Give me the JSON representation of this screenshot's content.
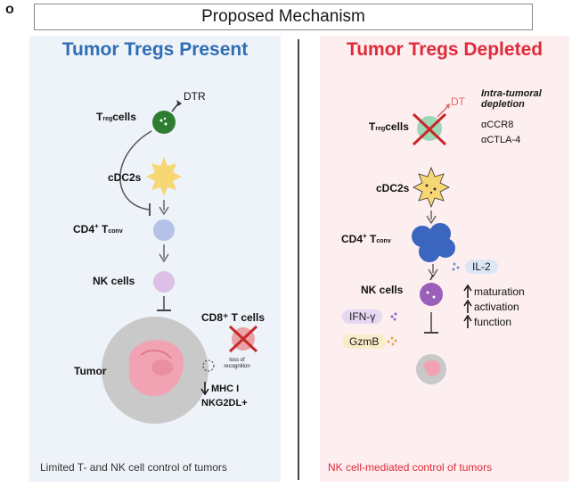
{
  "panel_letter": "o",
  "title": "Proposed Mechanism",
  "left": {
    "heading": "Tumor Tregs Present",
    "dtr": "DTR",
    "treg_main": "T",
    "treg_sub": "reg",
    "treg_rest": "cells",
    "cdc2s": "cDC2s",
    "cd4_main": "CD4",
    "cd4_sup": "+",
    "cd4_t": "T",
    "cd4_sub": "conv",
    "nk": "NK cells",
    "cd8": "CD8⁺ T cells",
    "tumor": "Tumor",
    "loss_line1": "loss of",
    "loss_line2": "recognition",
    "mhc": "MHC I",
    "nkg2dl": "NKG2DL+",
    "footer": "Limited T- and NK cell control of tumors"
  },
  "right": {
    "heading": "Tumor Tregs Depleted",
    "dt": "DT",
    "intra_line1": "Intra-tumoral",
    "intra_line2": "depletion",
    "accr8": "αCCR8",
    "actla4": "αCTLA-4",
    "treg_main": "T",
    "treg_sub": "reg",
    "treg_rest": "cells",
    "cdc2s": "cDC2s",
    "cd4_main": "CD4",
    "cd4_sup": "+",
    "cd4_t": "T",
    "cd4_sub": "conv",
    "il2": "IL-2",
    "nk": "NK cells",
    "maturation": "maturation",
    "activation": "activation",
    "function": "function",
    "ifng": "IFN-γ",
    "gzmb": "GzmB",
    "footer": "NK cell-mediated control of tumors"
  },
  "colors": {
    "left_heading": "#2f6db5",
    "right_heading": "#e02b3a",
    "treg": "#2e7d32",
    "treg_depleted": "#9ed6b8",
    "cdc2": "#f7d774",
    "cd4_left": "#b3c2e6",
    "cd4_right": "#3a66bf",
    "nk_left": "#dcc0e6",
    "nk_right": "#9a5fb8",
    "tumor_outer": "#c9c9c9",
    "tumor_inner": "#f2a3b3",
    "cross": "#c62828",
    "ifng_bg": "#e6d8f2",
    "gzmb_bg": "#faecc8",
    "il2_bg": "#dde6f6"
  }
}
